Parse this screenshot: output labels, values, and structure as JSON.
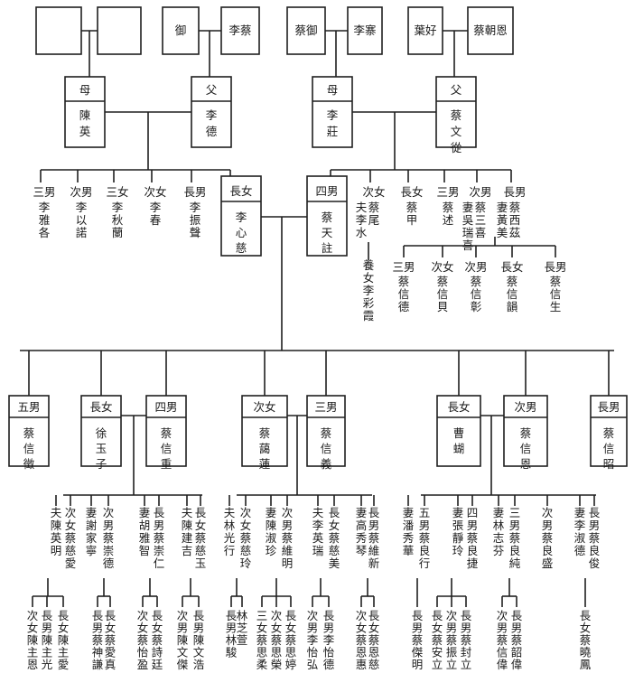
{
  "colors": {
    "ink": "#1f1f1f",
    "paper": "#ffffff"
  },
  "grandparents": [
    {
      "id": "g1",
      "name": ""
    },
    {
      "id": "g2",
      "name": ""
    },
    {
      "id": "g3",
      "name": "御"
    },
    {
      "id": "g4",
      "name": "李蔡"
    },
    {
      "id": "g5",
      "name": "蔡御"
    },
    {
      "id": "g6",
      "name": "李寨"
    },
    {
      "id": "g7",
      "name": "葉好"
    },
    {
      "id": "g8",
      "name": "蔡朝恩"
    }
  ],
  "parents": [
    {
      "id": "p1",
      "role": "母",
      "name": "陳英"
    },
    {
      "id": "p2",
      "role": "父",
      "name": "李德"
    },
    {
      "id": "p3",
      "role": "母",
      "name": "李莊"
    },
    {
      "id": "p4",
      "role": "父",
      "name": "蔡文從"
    }
  ],
  "mother_siblings": [
    {
      "id": "ms1",
      "rel": "三男",
      "name": "李雅各"
    },
    {
      "id": "ms2",
      "rel": "次男",
      "name": "李以諾"
    },
    {
      "id": "ms3",
      "rel": "三女",
      "name": "李秋蘭"
    },
    {
      "id": "ms4",
      "rel": "次女",
      "name": "李春"
    },
    {
      "id": "ms5",
      "rel": "長男",
      "name": "李振聲"
    }
  ],
  "couple": {
    "wife": {
      "rel": "長女",
      "name": "李心慈"
    },
    "husband": {
      "rel": "四男",
      "name": "蔡天註"
    }
  },
  "father_siblings": [
    {
      "id": "fs1",
      "rel": "次女",
      "name": "蔡尾",
      "spouse": "夫李水",
      "child": "養女李彩霞"
    },
    {
      "id": "fs2",
      "rel": "長女",
      "name": "蔡甲"
    },
    {
      "id": "fs3",
      "rel": "三男",
      "name": "蔡述"
    },
    {
      "id": "fs4",
      "rel": "次男",
      "name": "蔡三喜",
      "spouse": "妻吳瑞喜"
    },
    {
      "id": "fs5",
      "rel": "長男",
      "name": "蔡西茲",
      "spouse": "妻黃美"
    }
  ],
  "cousins": [
    {
      "id": "c1",
      "rel": "三男",
      "name": "蔡信德"
    },
    {
      "id": "c2",
      "rel": "次女",
      "name": "蔡信貝"
    },
    {
      "id": "c3",
      "rel": "次男",
      "name": "蔡信彰"
    },
    {
      "id": "c4",
      "rel": "長女",
      "name": "蔡信韻"
    },
    {
      "id": "c5",
      "rel": "長男",
      "name": "蔡信生"
    }
  ],
  "children": [
    {
      "id": "k1",
      "rel": "五男",
      "name": "蔡信徵"
    },
    {
      "id": "k2",
      "rel": "長女",
      "name": "徐玉子"
    },
    {
      "id": "k3",
      "rel": "四男",
      "name": "蔡信重"
    },
    {
      "id": "k4",
      "rel": "次女",
      "name": "蔡藹蓮"
    },
    {
      "id": "k5",
      "rel": "三男",
      "name": "蔡信義"
    },
    {
      "id": "k6",
      "rel": "長女",
      "name": "曹蝴"
    },
    {
      "id": "k7",
      "rel": "次男",
      "name": "蔡信恩"
    },
    {
      "id": "k8",
      "rel": "長男",
      "name": "蔡信昭"
    }
  ],
  "grandchildren": [
    {
      "id": "gc1",
      "rel": "夫",
      "name": "陳英明"
    },
    {
      "id": "gc2",
      "rel": "次女",
      "name": "蔡慈愛"
    },
    {
      "id": "gc3",
      "rel": "妻",
      "name": "謝家寧"
    },
    {
      "id": "gc4",
      "rel": "次男",
      "name": "蔡崇德"
    },
    {
      "id": "gc5",
      "rel": "妻",
      "name": "胡雅智"
    },
    {
      "id": "gc6",
      "rel": "長男",
      "name": "蔡崇仁"
    },
    {
      "id": "gc7",
      "rel": "夫",
      "name": "陳建吉"
    },
    {
      "id": "gc8",
      "rel": "長女",
      "name": "蔡慈玉"
    },
    {
      "id": "gc9",
      "rel": "夫",
      "name": "林光行"
    },
    {
      "id": "gc10",
      "rel": "次女",
      "name": "蔡慈玲"
    },
    {
      "id": "gc11",
      "rel": "妻",
      "name": "陳淑珍"
    },
    {
      "id": "gc12",
      "rel": "次男",
      "name": "蔡維明"
    },
    {
      "id": "gc13",
      "rel": "夫",
      "name": "李英瑞"
    },
    {
      "id": "gc14",
      "rel": "長女",
      "name": "蔡慈美"
    },
    {
      "id": "gc15",
      "rel": "妻",
      "name": "高秀琴"
    },
    {
      "id": "gc16",
      "rel": "長男",
      "name": "蔡維新"
    },
    {
      "id": "gc17",
      "rel": "妻",
      "name": "潘秀華"
    },
    {
      "id": "gc18",
      "rel": "五男",
      "name": "蔡良行"
    },
    {
      "id": "gc19",
      "rel": "妻",
      "name": "張靜玲"
    },
    {
      "id": "gc20",
      "rel": "四男",
      "name": "蔡良捷"
    },
    {
      "id": "gc21",
      "rel": "妻",
      "name": "林志芬"
    },
    {
      "id": "gc22",
      "rel": "三男",
      "name": "蔡良純"
    },
    {
      "id": "gc23",
      "rel": "次男",
      "name": "蔡良盛"
    },
    {
      "id": "gc24",
      "rel": "妻",
      "name": "李淑德"
    },
    {
      "id": "gc25",
      "rel": "長男",
      "name": "蔡良俊"
    }
  ],
  "great_grandchildren": [
    {
      "id": "ggc1",
      "label": "次女陳主恩"
    },
    {
      "id": "ggc2",
      "label": "長男陳主光"
    },
    {
      "id": "ggc3",
      "label": "長女陳主愛"
    },
    {
      "id": "ggc4",
      "label": "長男蔡神謙"
    },
    {
      "id": "ggc5",
      "label": "長女蔡愛真"
    },
    {
      "id": "ggc6",
      "label": "次女蔡怡盈"
    },
    {
      "id": "ggc7",
      "label": "長女蔡詩廷"
    },
    {
      "id": "ggc8",
      "label": "次男陳文傑"
    },
    {
      "id": "ggc9",
      "label": "長男陳文浩"
    },
    {
      "id": "ggc10",
      "label": "長男林駿"
    },
    {
      "id": "ggc11",
      "label": "林芝萱"
    },
    {
      "id": "ggc12",
      "label": "三女蔡思柔"
    },
    {
      "id": "ggc13",
      "label": "次女蔡思榮"
    },
    {
      "id": "ggc14",
      "label": "長女蔡思婷"
    },
    {
      "id": "ggc15",
      "label": "次男李怡弘"
    },
    {
      "id": "ggc16",
      "label": "長男李怡德"
    },
    {
      "id": "ggc17",
      "label": "次女蔡恩惠"
    },
    {
      "id": "ggc18",
      "label": "長女蔡恩慈"
    },
    {
      "id": "ggc19",
      "label": "長男蔡傑明"
    },
    {
      "id": "ggc20",
      "label": "長女蔡安立"
    },
    {
      "id": "ggc21",
      "label": "次男蔡振立"
    },
    {
      "id": "ggc22",
      "label": "長男蔡封立"
    },
    {
      "id": "ggc23",
      "label": "次男蔡信偉"
    },
    {
      "id": "ggc24",
      "label": "長男蔡韶偉"
    },
    {
      "id": "ggc25",
      "label": "長女蔡曉鳳"
    }
  ]
}
